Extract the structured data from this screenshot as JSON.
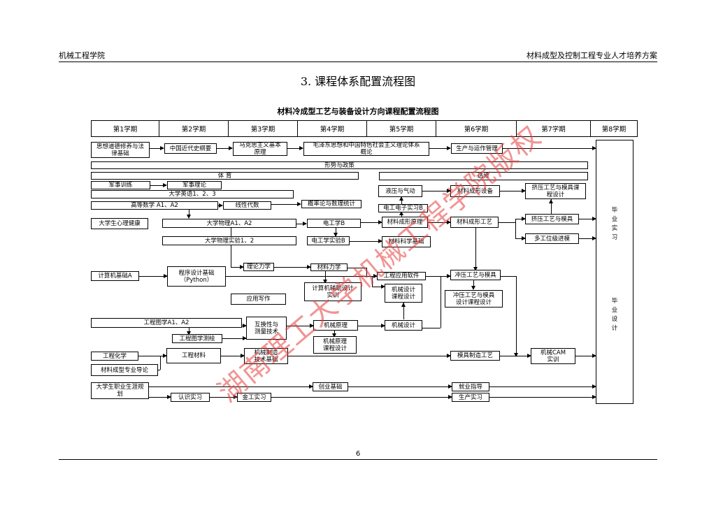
{
  "header": {
    "left": "机械工程学院",
    "right": "材料成型及控制工程专业人才培养方案"
  },
  "page_title": "3. 课程体系配置流程图",
  "chart_title": "材料冷成型工艺与装备设计方向课程配置流程图",
  "semesters": [
    "第1学期",
    "第2学期",
    "第3学期",
    "第4学期",
    "第5学期",
    "第6学期",
    "第7学期",
    "第8学期"
  ],
  "courses": {
    "sixiang": "思想道德修养与法\n律基础",
    "jindaishi": "中国近代史纲要",
    "makesi": "马克思主义基本\n原理",
    "maozedong": "毛泽东思想和中国特色社会主义理论体系\n概论",
    "shengchan_guanli": "生产与运作管理",
    "xingshi": "形势与政策",
    "tiyu": "体  育",
    "xuanxiu": "选修",
    "junshi_xunlian": "军事训练",
    "junshi_lilun": "军事理论",
    "yingyu": "大学英语1、2、3",
    "gaoshu": "高等数学 A1、A2",
    "xianxing": "线性代数",
    "gailv": "概率论与数理统计",
    "yeya": "液压与气动",
    "chengxing_shebei": "材料成形设备",
    "jiya_kecheng": "挤压工艺与模具课\n程设计",
    "diangong_dianzi": "电工电子实习B",
    "xinli": "大学生心理健康",
    "wuli": "大学物理A1、A2",
    "diangongxue": "电工学B",
    "chengxing_yuanli": "材料成形原理",
    "chengxing_gongyi": "材料成形工艺",
    "jiya_muju": "挤压工艺与模具",
    "wuli_shiyan": "大学物理实验1、2",
    "diangong_shiyan": "电工学实验B",
    "kexue_jichu": "材料科学基础",
    "duogongwei": "多工位级进模",
    "jisuanji": "计算机基础A",
    "chengxu": "程序设计基础\n（Python）",
    "lilun_lixue": "理论力学",
    "cailiao_lixue": "材料力学",
    "gongcheng_ruanjian": "工程应用软件",
    "chongya_muju": "冲压工艺与模具",
    "fuzhu_sheji": "计算机辅助设计\n实训",
    "jixie_sheji_kc": "机械设计\n课程设计",
    "chongya_kecheng": "冲压工艺与模具\n设计课程设计",
    "yingyong_xiezuo": "应用写作",
    "tuxue": "工程图学A1、A2",
    "huhuanxing": "互换性与\n测量技术",
    "jixie_yuanli": "机械原理",
    "jixie_sheji": "机械设计",
    "tuxue_cehui": "工程图学测绘",
    "jixie_yuanli_kc": "机械原理\n课程设计",
    "gongcheng_huaxue": "工程化学",
    "gongcheng_cailiao": "工程材料",
    "zhizao_jichu": "机械制造\n技术基础",
    "muju_zhizao": "模具制造工艺",
    "cam": "机械CAM\n实训",
    "daolun": "材料成型专业导论",
    "zhiye_guihua": "大学生职业生涯规\n划",
    "chuangye": "创业基础",
    "jiuye": "就业指导",
    "renshi_shixi": "认识实习",
    "jingong_shixi": "金工实习",
    "shengchan_shixi": "生产实习",
    "biye_shixi": "毕\n业\n实\n习",
    "biye_sheji": "毕\n业\n设\n计"
  },
  "watermark": "湖南理工大学机械工程学院版权",
  "page_number": "6"
}
